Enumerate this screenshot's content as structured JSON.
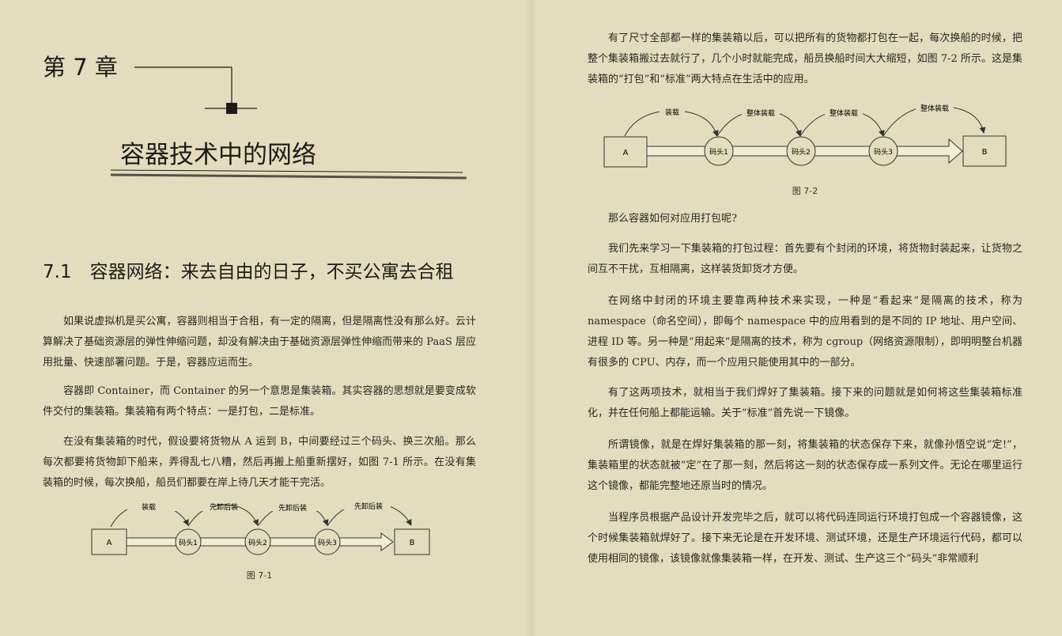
{
  "left_page": {
    "chapter_label": "第 7 章",
    "chapter_title": "容器技术中的网络",
    "section_title": "7.1　容器网络：来去自由的日子，不买公寓去合租",
    "paragraphs": [
      "如果说虚拟机是买公寓，容器则相当于合租，有一定的隔离，但是隔离性没有那么好。云计算解决了基础资源层的弹性伸缩问题，却没有解决由于基础资源层弹性伸缩而带来的 PaaS 层应用批量、快速部署问题。于是，容器应运而生。",
      "容器即 Container，而 Container 的另一个意思是集装箱。其实容器的思想就是要变成软件交付的集装箱。集装箱有两个特点：一是打包，二是标准。",
      "在没有集装箱的时代，假设要将货物从 A 运到 B，中间要经过三个码头、换三次船。那么每次都要将货物卸下船来，弄得乱七八糟，然后再搬上船重新摆好，如图 7-1 所示。在没有集装箱的时候，每次换船，船员们都要在岸上待几天才能干完活。"
    ],
    "figure": {
      "node_a": "A",
      "node_b": "B",
      "docks": [
        "码头1",
        "码头2",
        "码头3"
      ],
      "arcs": [
        "装载",
        "先卸后装",
        "先卸后装",
        "先卸后装"
      ],
      "caption": "图 7-1"
    }
  },
  "right_page": {
    "intro_paragraph": "有了尺寸全部都一样的集装箱以后，可以把所有的货物都打包在一起，每次换船的时候，把整个集装箱搬过去就行了，几个小时就能完成，船员换船时间大大缩短，如图 7-2 所示。这是集装箱的“打包”和“标准”两大特点在生活中的应用。",
    "figure": {
      "node_a": "A",
      "node_b": "B",
      "docks": [
        "码头1",
        "码头2",
        "码头3"
      ],
      "arcs": [
        "装载",
        "整体装载",
        "整体装载",
        "整体装载"
      ],
      "caption": "图 7-2"
    },
    "paragraphs": [
      "那么容器如何对应用打包呢?",
      "我们先来学习一下集装箱的打包过程：首先要有个封闭的环境，将货物封装起来，让货物之间互不干扰，互相隔离，这样装货卸货才方便。",
      "在网络中封闭的环境主要靠两种技术来实现，一种是“看起来”是隔离的技术，称为 namespace（命名空间），即每个 namespace 中的应用看到的是不同的 IP 地址、用户空间、进程 ID 等。另一种是“用起来”是隔离的技术，称为 cgroup（网络资源限制），即明明整台机器有很多的 CPU、内存，而一个应用只能使用其中的一部分。",
      "有了这两项技术，就相当于我们焊好了集装箱。接下来的问题就是如何将这些集装箱标准化，并在任何船上都能运输。关于“标准”首先说一下镜像。",
      "所谓镜像，就是在焊好集装箱的那一刻，将集装箱的状态保存下来，就像孙悟空说“定!”，集装箱里的状态就被“定”在了那一刻，然后将这一刻的状态保存成一系列文件。无论在哪里运行这个镜像，都能完整地还原当时的情况。",
      "当程序员根据产品设计开发完毕之后，就可以将代码连同运行环境打包成一个容器镜像，这个时候集装箱就焊好了。接下来无论是在开发环境、测试环境，还是生产环境运行代码，都可以使用相同的镜像，该镜像就像集装箱一样，在开发、测试、生产这三个“码头”非常顺利"
    ]
  }
}
